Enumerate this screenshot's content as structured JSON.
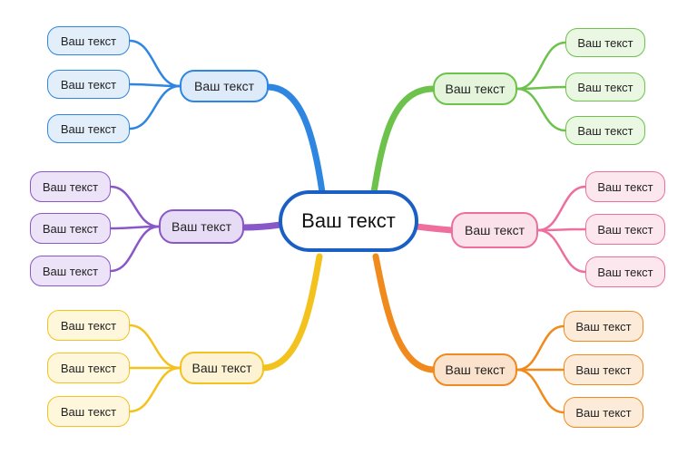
{
  "center": {
    "label": "Ваш текст",
    "color": "#1a5fc4"
  },
  "branches": [
    {
      "id": "blue",
      "label": "Ваш текст",
      "color": "#2e86e0",
      "fill": "#dceafa",
      "leaf_fill": "#e3eefb",
      "leaves": [
        "Ваш текст",
        "Ваш текст",
        "Ваш текст"
      ]
    },
    {
      "id": "green",
      "label": "Ваш текст",
      "color": "#6cc24a",
      "fill": "#e4f5dc",
      "leaf_fill": "#eaf7e3",
      "leaves": [
        "Ваш текст",
        "Ваш текст",
        "Ваш текст"
      ]
    },
    {
      "id": "purple",
      "label": "Ваш текст",
      "color": "#8a57c9",
      "fill": "#e6dcf5",
      "leaf_fill": "#ece3f8",
      "leaves": [
        "Ваш текст",
        "Ваш текст",
        "Ваш текст"
      ]
    },
    {
      "id": "pink",
      "label": "Ваш текст",
      "color": "#ee6f9e",
      "fill": "#fbe1ea",
      "leaf_fill": "#fde7ee",
      "leaves": [
        "Ваш текст",
        "Ваш текст",
        "Ваш текст"
      ]
    },
    {
      "id": "yellow",
      "label": "Ваш текст",
      "color": "#f4c21d",
      "fill": "#fdf3d2",
      "leaf_fill": "#fef7dc",
      "leaves": [
        "Ваш текст",
        "Ваш текст",
        "Ваш текст"
      ]
    },
    {
      "id": "orange",
      "label": "Ваш текст",
      "color": "#f08a1c",
      "fill": "#fbe2cc",
      "leaf_fill": "#fdebda",
      "leaves": [
        "Ваш текст",
        "Ваш текст",
        "Ваш текст"
      ]
    }
  ]
}
